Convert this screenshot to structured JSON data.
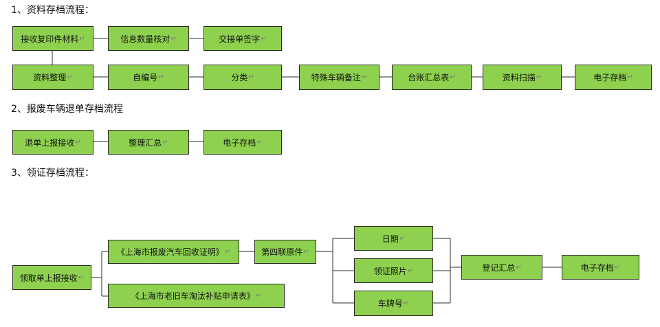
{
  "mark": "↵",
  "sections": [
    {
      "heading": "1、资料存档流程：",
      "rows": [
        [
          "接收复印件材料",
          "信息数量核对",
          "交接单签字"
        ],
        [
          "资料整理",
          "自编号",
          "分类",
          "特殊车辆备注",
          "台账汇总表",
          "资料扫描",
          "电子存档"
        ]
      ]
    },
    {
      "heading": "2、报废车辆退单存档流程",
      "rows": [
        [
          "退单上报接收",
          "整理汇总",
          "电子存档"
        ]
      ]
    },
    {
      "heading": "3、领证存档流程：",
      "start": "领取单上报接收",
      "cert1": "《上海市报废汽车回收证明》",
      "cert2": "《上海市老旧车淘汰补贴申请表》",
      "copy": "第四联原件",
      "items": [
        "日期",
        "领证照片",
        "车牌号"
      ],
      "summary": "登记汇总",
      "archive": "电子存档"
    }
  ]
}
